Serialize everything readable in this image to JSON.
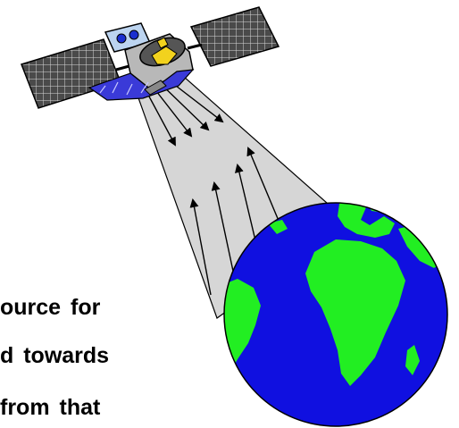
{
  "caption": {
    "line1": "ource for",
    "line2": "d towards",
    "line3": "from that"
  },
  "colors": {
    "beam": "#d6d6d6",
    "ocean": "#1010e0",
    "land": "#22ee22",
    "solar_panel": "#4a4a4a",
    "satellite_body": "#b8b8b8",
    "arrow": "#000000"
  },
  "icons": {
    "satellite": "satellite-icon",
    "earth": "earth-globe-icon"
  }
}
